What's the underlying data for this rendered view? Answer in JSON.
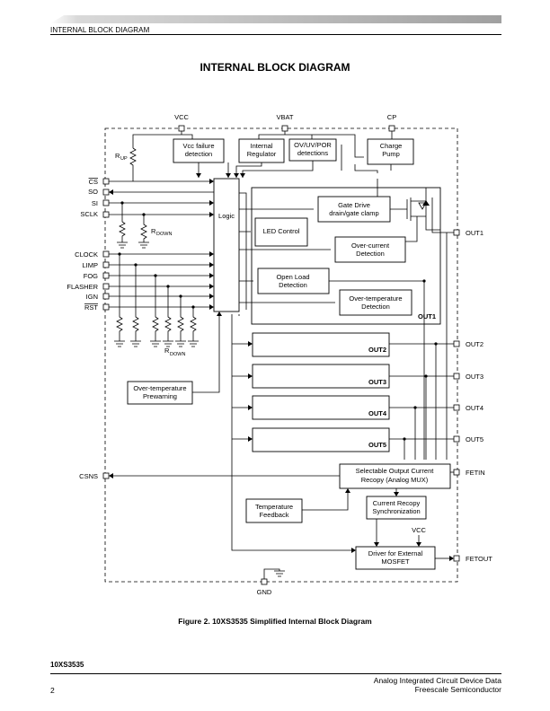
{
  "header": {
    "section": "INTERNAL BLOCK DIAGRAM"
  },
  "title": "INTERNAL BLOCK DIAGRAM",
  "caption": "Figure 2. 10XS3535 Simplified Internal Block Diagram",
  "footer": {
    "part": "10XS3535",
    "page": "2",
    "line1": "Analog Integrated Circuit Device Data",
    "line2": "Freescale Semiconductor"
  },
  "diagram": {
    "supply_labels": {
      "vcc": "VCC",
      "vbat": "VBAT",
      "cp": "CP",
      "gnd": "GND",
      "vcc_driver": "VCC"
    },
    "resistors": {
      "rup": "R",
      "rup_sub": "UP",
      "rdown1": "R",
      "rdown1_sub": "DOWN",
      "rdown2": "R",
      "rdown2_sub": "DOWN"
    },
    "left_pins": {
      "cs": "CS",
      "so": "SO",
      "si": "SI",
      "sclk": "SCLK",
      "clock": "CLOCK",
      "limp": "LIMP",
      "fog": "FOG",
      "flasher": "FLASHER",
      "ign": "IGN",
      "rst": "RST",
      "csns": "CSNS"
    },
    "right_pins": {
      "out1": "OUT1",
      "out2": "OUT2",
      "out3": "OUT3",
      "out4": "OUT4",
      "out5": "OUT5",
      "fetin": "FETIN",
      "fetout": "FETOUT"
    },
    "blocks": {
      "vcc_fail_1": "Vcc failure",
      "vcc_fail_2": "detection",
      "int_reg_1": "Internal",
      "int_reg_2": "Regulator",
      "ovuv_1": "OV/UV/POR",
      "ovuv_2": "detections",
      "cp_1": "Charge",
      "cp_2": "Pump",
      "logic": "Logic",
      "gate_1": "Gate Drive",
      "gate_2": "drain/gate clamp",
      "led": "LED Control",
      "oc_1": "Over-current",
      "oc_2": "Detection",
      "ol_1": "Open Load",
      "ol_2": "Detection",
      "ot_1": "Over-temperature",
      "ot_2": "Detection",
      "out1_tag": "OUT1",
      "out2_tag": "OUT2",
      "out3_tag": "OUT3",
      "out4_tag": "OUT4",
      "out5_tag": "OUT5",
      "otp_1": "Over-temperature",
      "otp_2": "Prewarning",
      "mux_1": "Selectable Output Current",
      "mux_2": "Recopy (Analog MUX)",
      "temp_1": "Temperature",
      "temp_2": "Feedback",
      "sync_1": "Current Recopy",
      "sync_2": "Synchronization",
      "drv_1": "Driver for External",
      "drv_2": "MOSFET"
    }
  }
}
